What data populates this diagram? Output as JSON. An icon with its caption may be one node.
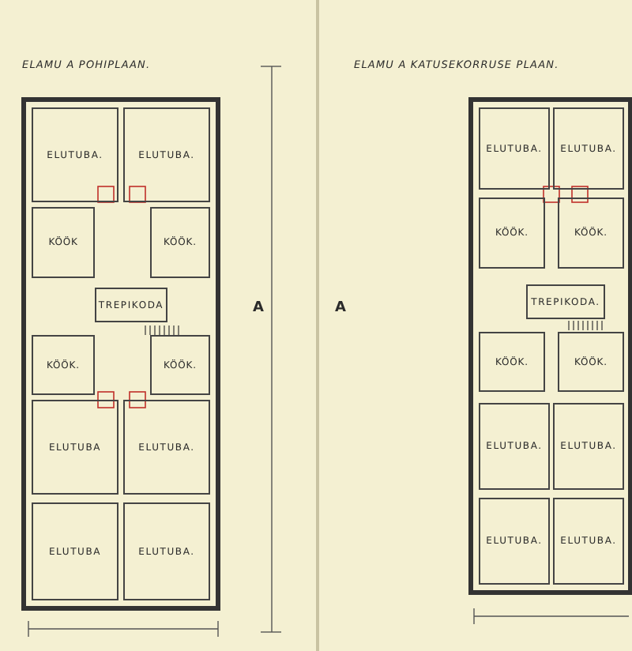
{
  "diagram": {
    "nodes": [
      {
        "text": [
          "ELUTUBA."
        ]
      },
      {
        "text": [
          "ELUTUBA."
        ]
      },
      {
        "text": [
          "KÖÖK"
        ]
      },
      {
        "text": [
          "KÖÖK."
        ]
      },
      {
        "text": [
          "TREPIKODA"
        ]
      },
      {
        "text": [
          "KÖÖK."
        ]
      },
      {
        "text": [
          "KÖÖK."
        ]
      },
      {
        "text": [
          "ELUTUBA"
        ]
      },
      {
        "text": [
          "ELUTUBA."
        ]
      },
      {
        "text": [
          "ELUTUBA"
        ]
      },
      {
        "text": [
          "ELUTUBA."
        ]
      },
      {
        "text": [
          "ELUTUBA."
        ]
      },
      {
        "text": [
          "ELUTUBA."
        ]
      },
      {
        "text": [
          "KÖÖK."
        ]
      },
      {
        "text": [
          "KÖÖK."
        ]
      },
      {
        "text": [
          "TREPIKODA."
        ]
      },
      {
        "text": [
          "KÖÖK."
        ]
      },
      {
        "text": [
          "KÖÖK."
        ]
      },
      {
        "text": [
          "ELUTUBA."
        ]
      },
      {
        "text": [
          "ELUTUBA."
        ]
      },
      {
        "text": [
          "ELUTUBA."
        ]
      },
      {
        "text": [
          "ELUTUBA."
        ]
      }
    ],
    "labels": [
      "ELAMU A POHIPLAAN.",
      "ELAMU A KATUSEKORRUSE PLAAN.",
      "A",
      "A"
    ]
  }
}
